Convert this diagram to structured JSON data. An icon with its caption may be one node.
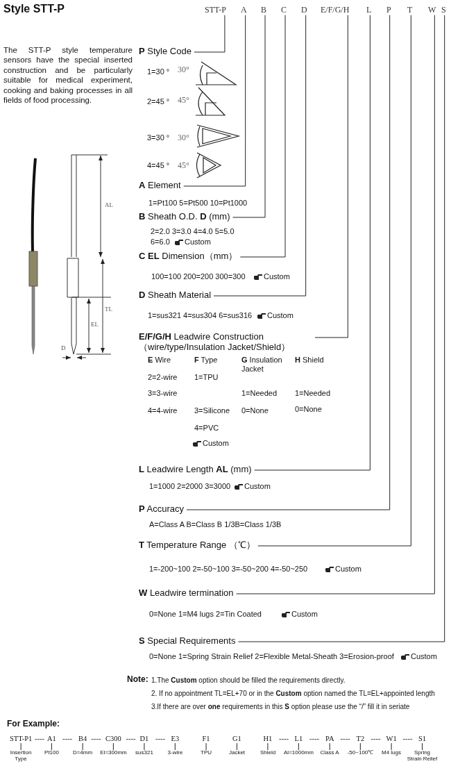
{
  "diagram": {
    "title": "Style STT-P",
    "nodes": [
      {
        "text": [
          "STT-P"
        ]
      },
      {
        "text": [
          "A"
        ]
      },
      {
        "text": [
          "B"
        ]
      },
      {
        "text": [
          "C"
        ]
      },
      {
        "text": [
          "D"
        ]
      },
      {
        "text": [
          "E/F/G/H"
        ]
      },
      {
        "text": [
          "L"
        ]
      },
      {
        "text": [
          "P"
        ]
      },
      {
        "text": [
          "T"
        ]
      },
      {
        "text": [
          "W"
        ]
      },
      {
        "text": [
          "S"
        ]
      },
      {
        "text": [
          "**P** Style Code"
        ]
      },
      {
        "text": [
          "**A** Element"
        ]
      },
      {
        "text": [
          "**B** Sheath O.D. **D** (mm)"
        ]
      },
      {
        "text": [
          "**C** **EL** Dimension（mm）"
        ]
      },
      {
        "text": [
          "**D** Sheath Material"
        ]
      },
      {
        "text": [
          "**E/F/G/H** Leadwire Construction （wire/type/Insulation Jacket/Shield）"
        ]
      },
      {
        "text": [
          "**L** Leadwire Length **AL** (mm)"
        ]
      },
      {
        "text": [
          "**P** Accuracy"
        ]
      },
      {
        "text": [
          "**T** Temperature Range （℃）"
        ]
      },
      {
        "text": [
          "**W** Leadwire termination"
        ]
      },
      {
        "text": [
          "**S** Special Requirements"
        ]
      },
      {
        "text": [
          "STT-P1"
        ]
      },
      {
        "text": [
          "A1"
        ]
      },
      {
        "text": [
          "B4"
        ]
      },
      {
        "text": [
          "C300"
        ]
      },
      {
        "text": [
          "D1"
        ]
      },
      {
        "text": [
          "E3"
        ]
      },
      {
        "text": [
          "F1"
        ]
      },
      {
        "text": [
          "G1"
        ]
      },
      {
        "text": [
          "H1"
        ]
      },
      {
        "text": [
          "L1"
        ]
      },
      {
        "text": [
          "PA"
        ]
      },
      {
        "text": [
          "T2"
        ]
      },
      {
        "text": [
          "W1"
        ]
      },
      {
        "text": [
          "S1"
        ]
      },
      {
        "text": [
          "Insertion Type"
        ]
      },
      {
        "text": [
          "Pt100"
        ]
      },
      {
        "text": [
          "D=4mm"
        ]
      },
      {
        "text": [
          "El=300mm"
        ]
      },
      {
        "text": [
          "sus321"
        ]
      },
      {
        "text": [
          "3-wire"
        ]
      },
      {
        "text": [
          "TPU"
        ]
      },
      {
        "text": [
          "Jacket"
        ]
      },
      {
        "text": [
          "Shield"
        ]
      },
      {
        "text": [
          "Al=1000mm"
        ]
      },
      {
        "text": [
          "Class A"
        ]
      },
      {
        "text": [
          "-50~100℃"
        ]
      },
      {
        "text": [
          "M4 lugs"
        ]
      },
      {
        "text": [
          "Spring Strain Relief"
        ]
      }
    ],
    "edges": [
      {
        "from": 0,
        "to": 11,
        "arrow": "none"
      },
      {
        "from": 1,
        "to": 12,
        "arrow": "none"
      },
      {
        "from": 2,
        "to": 13,
        "arrow": "none"
      },
      {
        "from": 3,
        "to": 14,
        "arrow": "none"
      },
      {
        "from": 4,
        "to": 15,
        "arrow": "none"
      },
      {
        "from": 5,
        "to": 16,
        "arrow": "none"
      },
      {
        "from": 6,
        "to": 17,
        "arrow": "none"
      },
      {
        "from": 7,
        "to": 18,
        "arrow": "none"
      },
      {
        "from": 8,
        "to": 19,
        "arrow": "none"
      },
      {
        "from": 9,
        "to": 20,
        "arrow": "none"
      },
      {
        "from": 10,
        "to": 21,
        "arrow": "none"
      },
      {
        "from": 22,
        "to": 36,
        "arrow": "none"
      },
      {
        "from": 23,
        "to": 37,
        "arrow": "none"
      },
      {
        "from": 24,
        "to": 38,
        "arrow": "none"
      },
      {
        "from": 25,
        "to": 39,
        "arrow": "none"
      },
      {
        "from": 26,
        "to": 40,
        "arrow": "none"
      },
      {
        "from": 27,
        "to": 41,
        "arrow": "none"
      },
      {
        "from": 28,
        "to": 42,
        "arrow": "none"
      },
      {
        "from": 29,
        "to": 43,
        "arrow": "none"
      },
      {
        "from": 30,
        "to": 44,
        "arrow": "none"
      },
      {
        "from": 31,
        "to": 45,
        "arrow": "none"
      },
      {
        "from": 32,
        "to": 46,
        "arrow": "none"
      },
      {
        "from": 33,
        "to": 47,
        "arrow": "none"
      },
      {
        "from": 34,
        "to": 48,
        "arrow": "none"
      },
      {
        "from": 35,
        "to": 49,
        "arrow": "none"
      }
    ],
    "labels": [
      "The STT-P style temperature sensors have the special inserted construction and be particularly suitable for medical experiment, cooking and baking processes in all fields of food processing.",
      "1=30 °",
      "30°",
      "2=45 °",
      "45°",
      "3=30 °",
      "30°",
      "4=45 °",
      "45°",
      "AL",
      "TL",
      "EL",
      "D",
      "1=Pt100 5=Pt500 10=Pt1000",
      "2=2.0 3=3.0 4=4.0 5=5.0",
      "6=6.0",
      "Custom",
      "100=100 200=200 300=300",
      "Custom",
      "1=sus321 4=sus304 6=sus316",
      "Custom",
      "**E** Wire",
      "**F** Type",
      "**G** Insulation Jacket",
      "**H** Shield",
      "2=2-wire",
      "1=TPU",
      "3=3-wire",
      "1=Needed",
      "1=Needed",
      "4=4-wire",
      "3=Silicone",
      "0=None",
      "0=None",
      "4=PVC",
      "Custom",
      "1=1000 2=2000 3=3000",
      "Custom",
      "A=Class A B=Class B 1/3B=Class 1/3B",
      "1=-200~100 2=-50~100 3=-50~200 4=-50~250",
      "Custom",
      "0=None 1=M4 lugs 2=Tin Coated",
      "Custom",
      "0=None 1=Spring Strain Relief 2=Flexible Metal-Sheath 3=Erosion-proof",
      "Custom",
      "Note:",
      "1.The **Custom** option should be filled the requirements directly.",
      "2. If no appointment TL=EL+70 or in the **Custom** option named the TL=EL+appointed length",
      "3.If there are over **one** requirements in this **S** option please use the “/” fill it in seriate",
      "For Example:",
      "----",
      "----",
      "----",
      "----",
      "----",
      "----",
      "----",
      "----",
      "----",
      "----"
    ]
  }
}
